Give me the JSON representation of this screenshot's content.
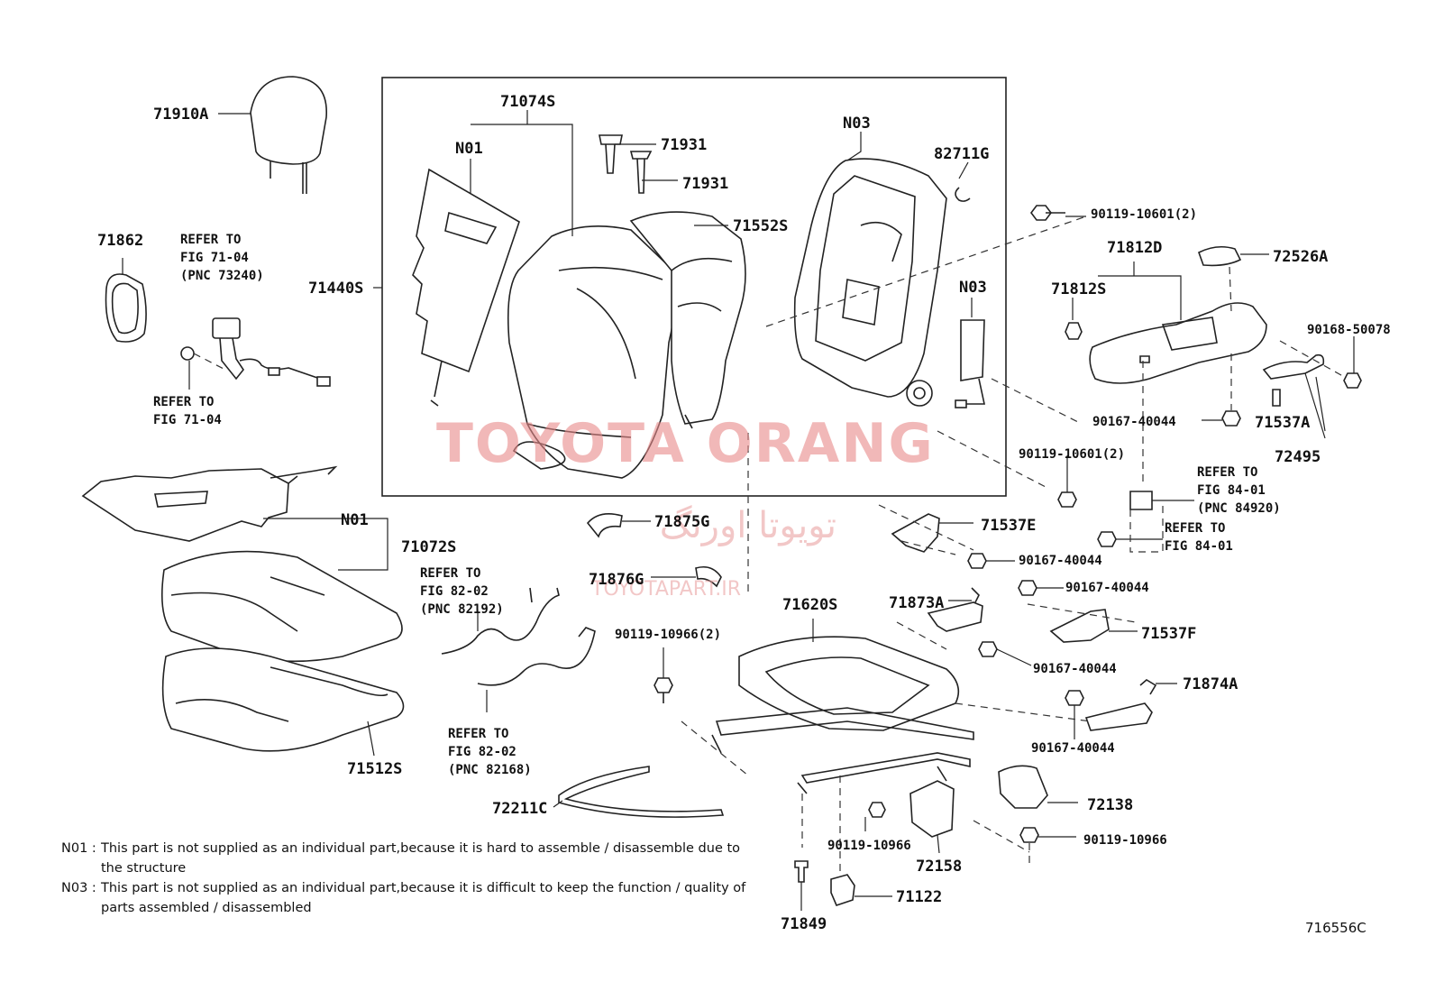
{
  "labels": {
    "p71910A": "71910A",
    "p71862": "71862",
    "p71074S": "71074S",
    "n01_back": "N01",
    "p71931a": "71931",
    "p71931b": "71931",
    "p71552S": "71552S",
    "p71440S": "71440S",
    "n03_frame": "N03",
    "p82711G": "82711G",
    "n03_airbag": "N03",
    "b9011910601a": "90119-10601(2)",
    "p71812D": "71812D",
    "p72526A": "72526A",
    "p71812S": "71812S",
    "b9016850078": "90168-50078",
    "b90167_40044a": "90167-40044",
    "p71537A": "71537A",
    "p72495": "72495",
    "b9011910601b": "90119-10601(2)",
    "n01_cushion": "N01",
    "p71072S": "71072S",
    "p71875G": "71875G",
    "p71537E": "71537E",
    "b90167_40044b": "90167-40044",
    "p71876G": "71876G",
    "b90167_40044c": "90167-40044",
    "p71620S": "71620S",
    "p71873A": "71873A",
    "p71537F": "71537F",
    "b9011910966a": "90119-10966(2)",
    "b90167_40044d": "90167-40044",
    "p71874A": "71874A",
    "b90167_40044e": "90167-40044",
    "p71512S": "71512S",
    "p72211C": "72211C",
    "p72138": "72138",
    "b9011910966b": "90119-10966",
    "b9011910966c": "90119-10966",
    "p72158": "72158",
    "p71849": "71849",
    "p71122": "71122"
  },
  "refs": {
    "r7104a": [
      "REFER TO",
      "FIG 71-04",
      "(PNC 73240)"
    ],
    "r7104b": [
      "REFER TO",
      "FIG 71-04"
    ],
    "r8202a": [
      "REFER TO",
      "FIG 82-02",
      "(PNC 82192)"
    ],
    "r8202b": [
      "REFER TO",
      "FIG 82-02",
      "(PNC 82168)"
    ],
    "r8401a": [
      "REFER TO",
      "FIG 84-01",
      "(PNC 84920)"
    ],
    "r8401b": [
      "REFER TO",
      "FIG 84-01"
    ]
  },
  "watermark": {
    "title": "TOYOTA ORANG",
    "persian": "تویوتا اورنگ",
    "site": "TOYOTAPART.IR"
  },
  "notes": [
    {
      "key": "N01 :",
      "text": "This part is not supplied as an individual part,because it is hard to assemble / disassemble due to the structure"
    },
    {
      "key": "N03 :",
      "text": "This part is not supplied as an individual part,because it is difficult to keep the function / quality of parts assembled / disassembled"
    }
  ],
  "figure_code": "716556C"
}
